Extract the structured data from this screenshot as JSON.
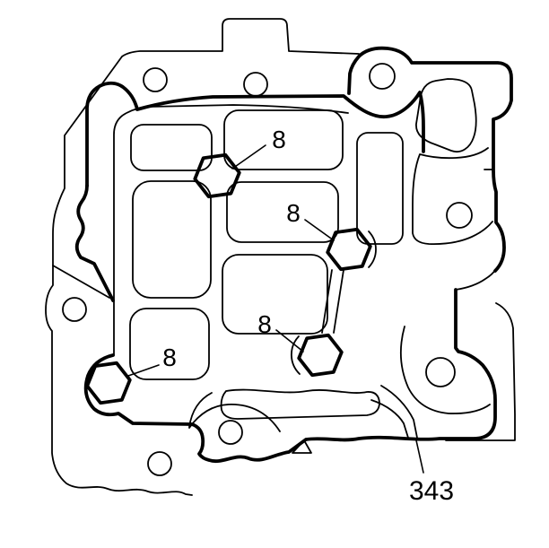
{
  "diagram": {
    "type": "technical-line-drawing",
    "background_color": "#ffffff",
    "line_color": "#000000",
    "description": "Exploded-view style service illustration of a transmission control valve body plate with four hex-head bolts",
    "callouts": [
      {
        "id": "bolt-callout-1",
        "label": "8"
      },
      {
        "id": "bolt-callout-2",
        "label": "8"
      },
      {
        "id": "bolt-callout-3",
        "label": "8"
      },
      {
        "id": "bolt-callout-4",
        "label": "8"
      },
      {
        "id": "body-callout",
        "label": "343"
      }
    ]
  }
}
